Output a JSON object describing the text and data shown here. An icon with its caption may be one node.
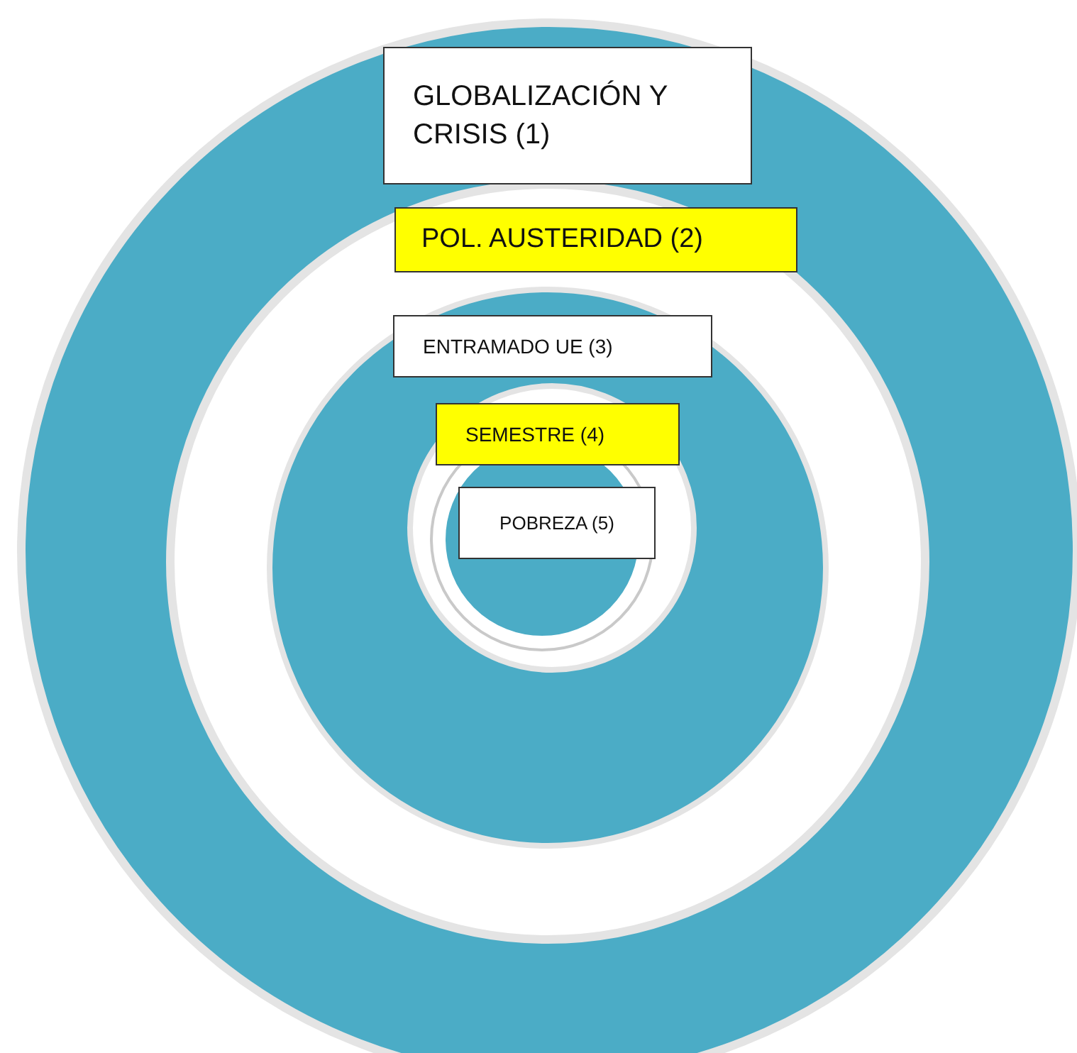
{
  "diagram": {
    "nodes": [
      {
        "text": [
          "GLOBALIZACIÓN Y CRISIS (1)"
        ]
      },
      {
        "text": [
          "POL. AUSTERIDAD (2)"
        ]
      },
      {
        "text": [
          "ENTRAMADO UE (3)"
        ]
      },
      {
        "text": [
          "SEMESTRE (4)"
        ]
      },
      {
        "text": [
          "POBREZA (5)"
        ]
      }
    ]
  }
}
